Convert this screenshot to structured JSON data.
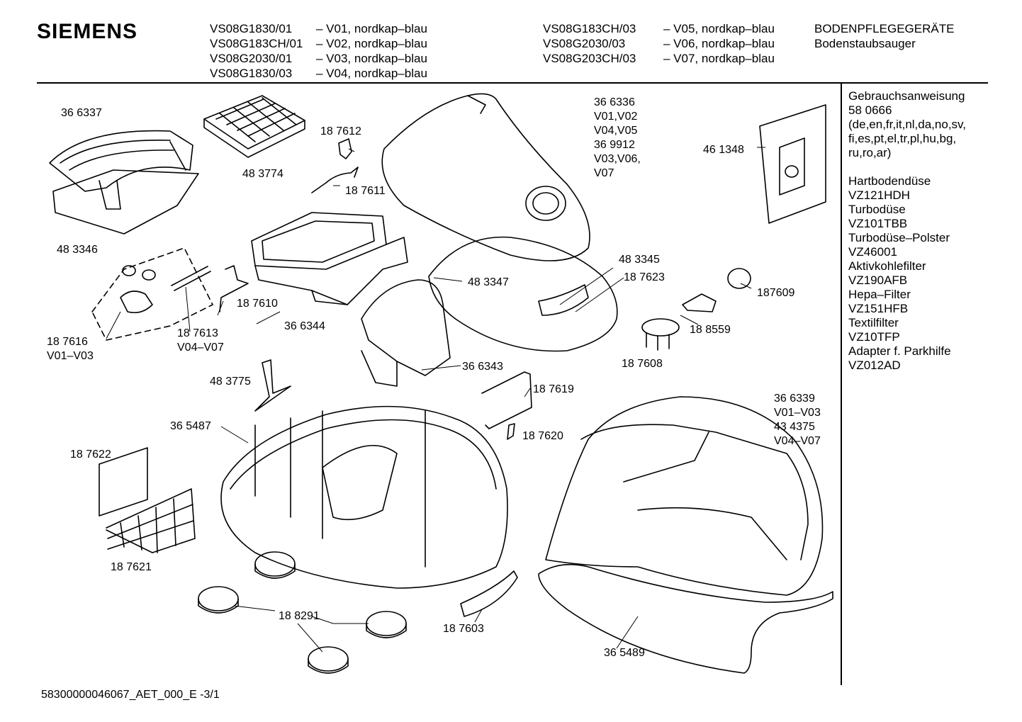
{
  "header": {
    "logo": "SIEMENS",
    "models_left": [
      {
        "model": "VS08G1830/01",
        "variant": "– V01, nordkap–blau"
      },
      {
        "model": "VS08G183CH/01",
        "variant": "– V02, nordkap–blau"
      },
      {
        "model": "VS08G2030/01",
        "variant": "– V03, nordkap–blau"
      },
      {
        "model": "VS08G1830/03",
        "variant": "– V04, nordkap–blau"
      }
    ],
    "models_right": [
      {
        "model": "VS08G183CH/03",
        "variant": "– V05, nordkap–blau"
      },
      {
        "model": "VS08G2030/03",
        "variant": "– V06, nordkap–blau"
      },
      {
        "model": "VS08G203CH/03",
        "variant": "– V07, nordkap–blau"
      }
    ],
    "category": "BODENPFLEGEGERÄTE",
    "subcategory": "Bodenstaubsauger"
  },
  "sidebar": [
    "Gebrauchsanweisung",
    "58 0666",
    "(de,en,fr,it,nl,da,no,sv,",
    "fi,es,pt,el,tr,pl,hu,bg,",
    "ru,ro,ar)",
    "",
    "Hartbodendüse",
    "VZ121HDH",
    "Turbodüse",
    "VZ101TBB",
    "Turbodüse–Polster",
    "VZ46001",
    "Aktivkohlefilter",
    "VZ190AFB",
    "Hepa–Filter",
    "VZ151HFB",
    "Textilfilter",
    "VZ10TFP",
    "Adapter f. Parkhilfe",
    "VZ012AD"
  ],
  "labels": {
    "p366337": "36 6337",
    "p483346": "48 3346",
    "p483774": "48 3774",
    "p187612": "18 7612",
    "p187611": "18 7611",
    "p366336": [
      "36 6336",
      "V01,V02",
      "V04,V05",
      "36 9912",
      "V03,V06,",
      "V07"
    ],
    "p461348": "46 1348",
    "p187616": [
      "18 7616",
      "V01–V03"
    ],
    "p187613": [
      "18 7613",
      "V04–V07"
    ],
    "p187610": "18 7610",
    "p366344": "36 6344",
    "p483347": "48 3347",
    "p483345": "48 3345",
    "p187623": "18 7623",
    "p187609": "187609",
    "p188559": "18 8559",
    "p187608": "18 7608",
    "p366343": "36 6343",
    "p483775": "48 3775",
    "p187619": "18 7619",
    "p365487": "36 5487",
    "p187620": "18 7620",
    "p366339": [
      "36 6339",
      "V01–V03",
      "43 4375",
      "V04–V07"
    ],
    "p187622": "18 7622",
    "p187621": "18 7621",
    "p188291": "18 8291",
    "p187603": "18 7603",
    "p365489": "36 5489"
  },
  "footer": "58300000046067_AET_000_E  -3/1"
}
